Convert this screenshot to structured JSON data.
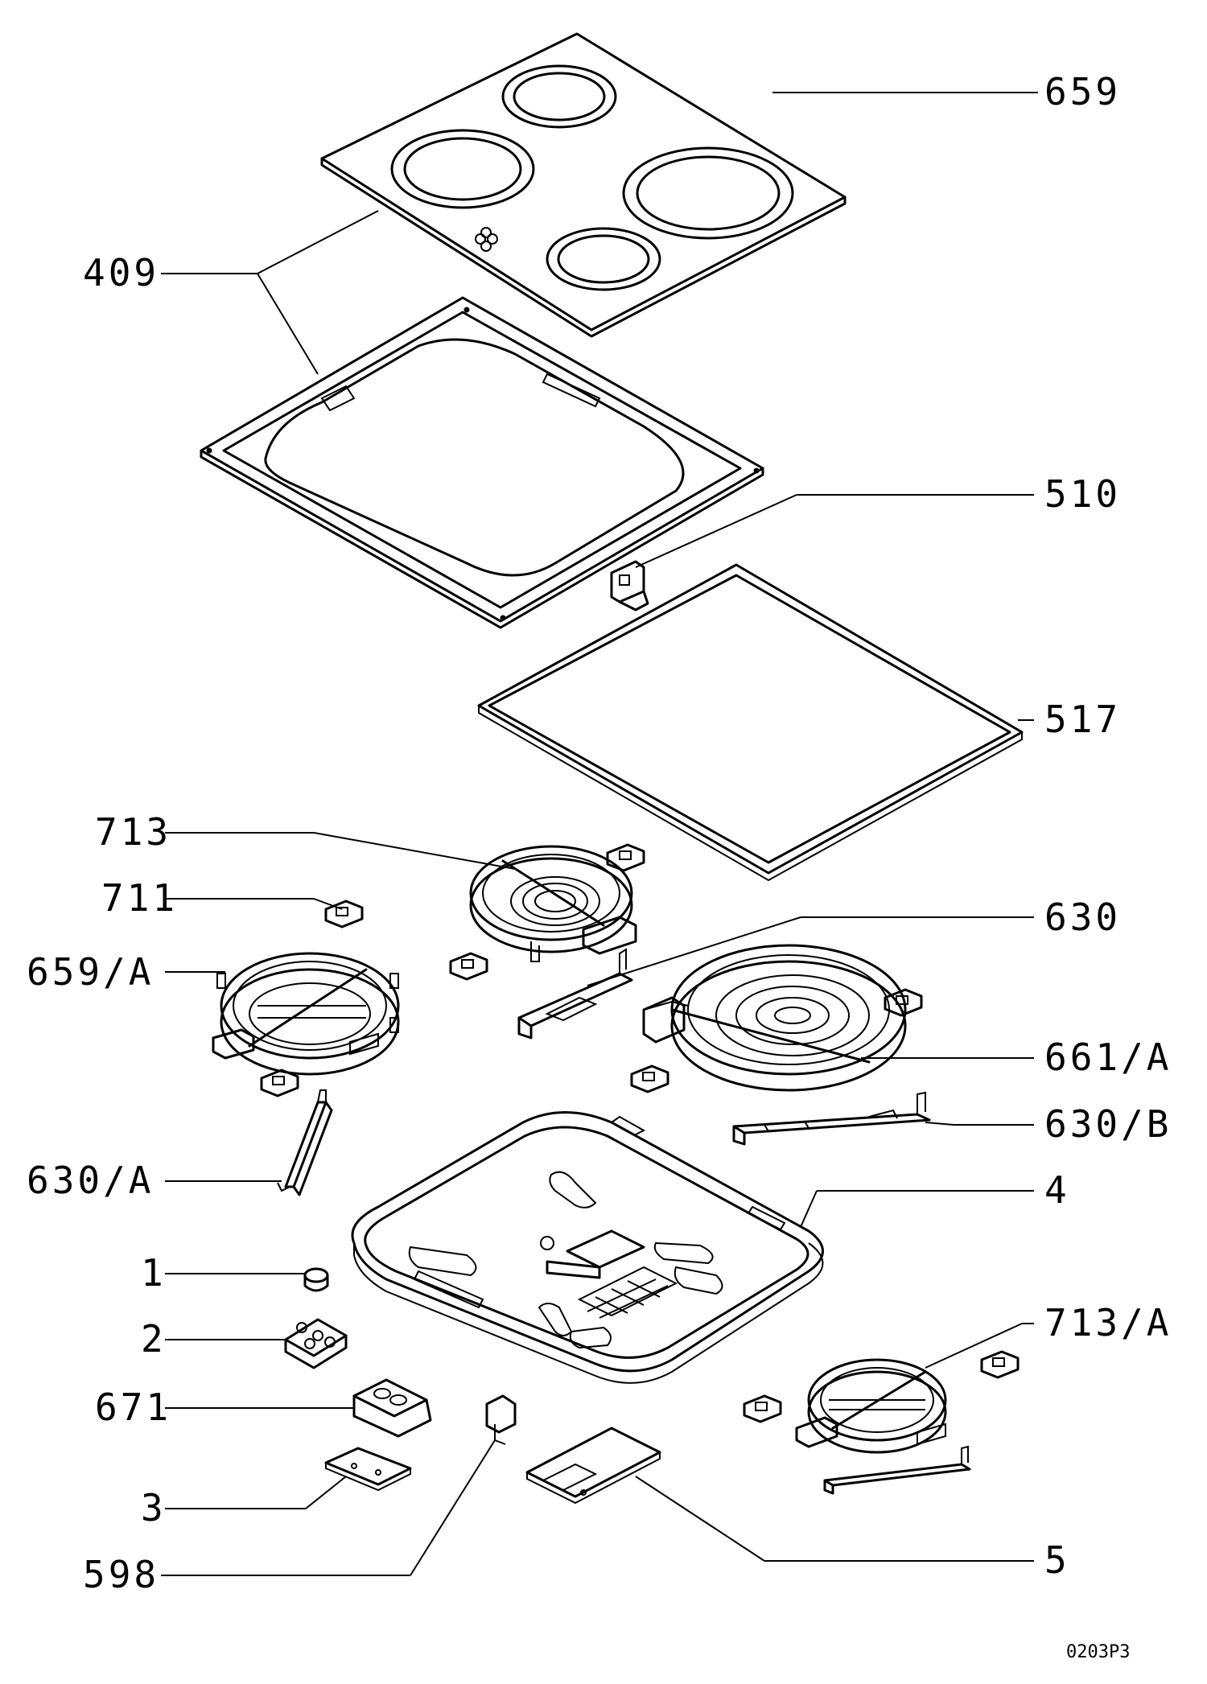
{
  "labels": {
    "659": "659",
    "409": "409",
    "510": "510",
    "517": "517",
    "713": "713",
    "711": "711",
    "630": "630",
    "659A": "659/A",
    "661A": "661/A",
    "630B": "630/B",
    "630A": "630/A",
    "4": "4",
    "1": "1",
    "2": "2",
    "713A": "713/A",
    "671": "671",
    "3": "3",
    "598": "598",
    "5": "5"
  },
  "drawing_code": "0203P3"
}
